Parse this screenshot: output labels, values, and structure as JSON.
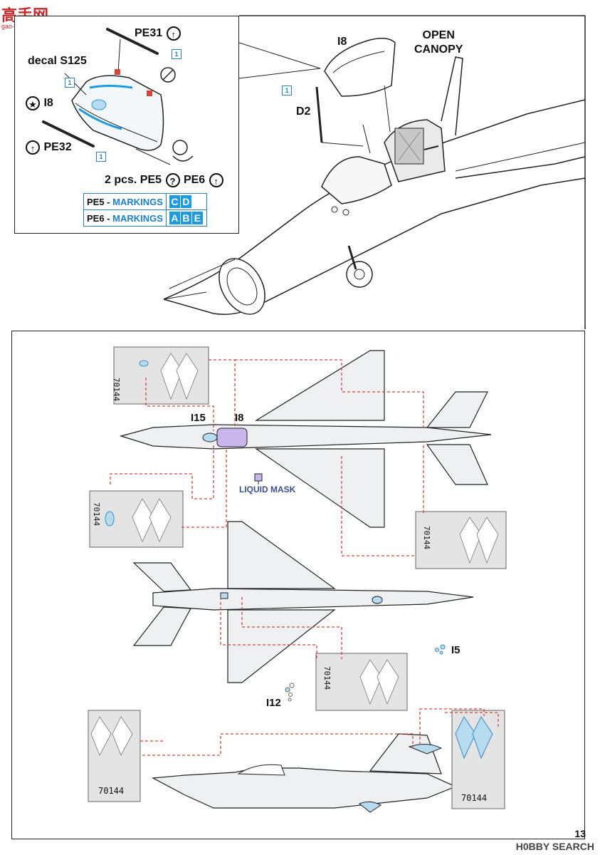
{
  "watermark": {
    "main": "高手网",
    "sub": "gao-shou.com"
  },
  "top_panel": {
    "labels": {
      "pe31": "PE31",
      "decal": "decal S125",
      "i8_left": "I8",
      "pe32": "PE32",
      "pcs": "2 pcs. PE5",
      "pe6": "PE6",
      "part_tag": "1"
    },
    "markings": [
      {
        "key": "PE5 -",
        "word": "MARKINGS",
        "codes": [
          "C",
          "D"
        ]
      },
      {
        "key": "PE6 -",
        "word": "MARKINGS",
        "codes": [
          "A",
          "B",
          "E"
        ]
      }
    ]
  },
  "canopy_view": {
    "i8": "I8",
    "open_canopy_line1": "OPEN",
    "open_canopy_line2": "CANOPY",
    "d2": "D2",
    "part_tag": "1"
  },
  "mask_view": {
    "i15": "I15",
    "i8": "I8",
    "liquid_mask": "LIQUID MASK",
    "i5": "I5",
    "i12": "I12",
    "mask_serial": "70144"
  },
  "footer": {
    "page_number": "13",
    "watermark": "H0BBY SEARCH"
  },
  "colors": {
    "accent_blue": "#1c9be0",
    "guide_red": "#d9433b",
    "line": "#222222",
    "mask_fill": "#b7dbef"
  }
}
